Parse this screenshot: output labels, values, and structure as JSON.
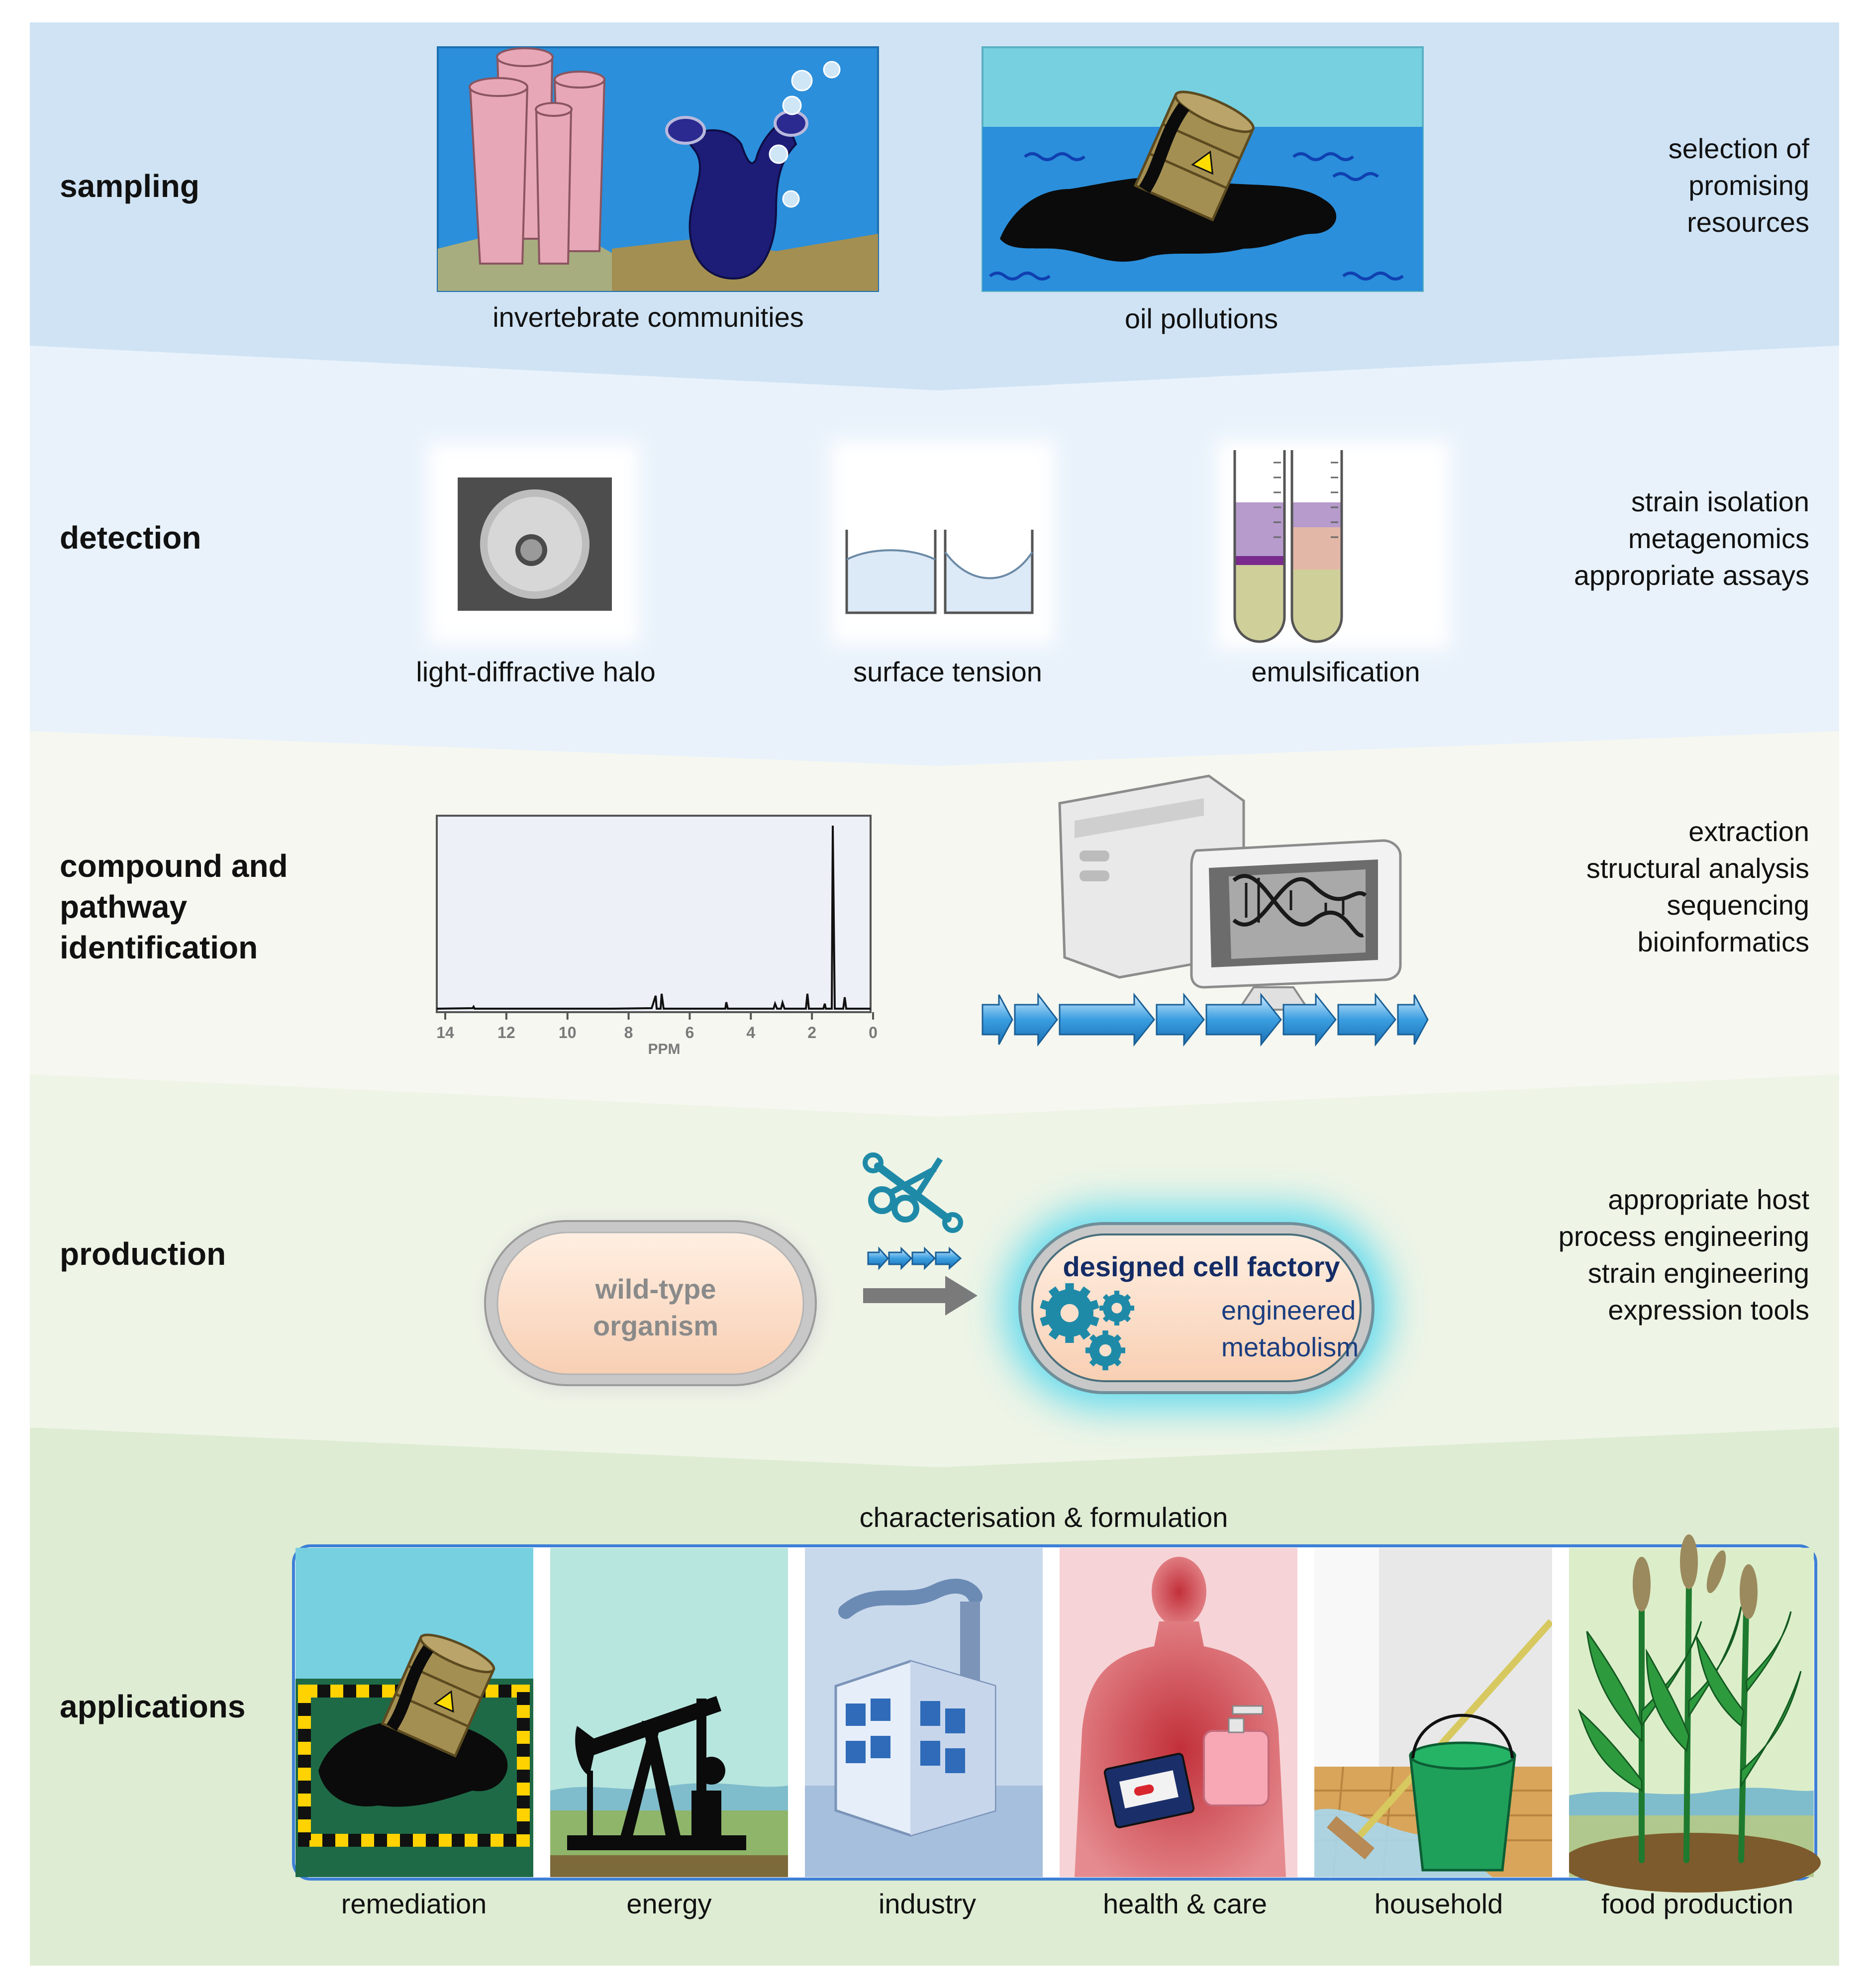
{
  "stages": [
    {
      "id": "sampling",
      "label": "sampling",
      "notes": [
        "selection of",
        "promising",
        "resources"
      ],
      "items": [
        "invertebrate  communities",
        "oil  pollutions"
      ]
    },
    {
      "id": "detection",
      "label": "detection",
      "notes": [
        "strain isolation",
        "metagenomics",
        "appropriate  assays"
      ],
      "items": [
        "light-diffractive  halo",
        "surface  tension",
        "emulsification"
      ]
    },
    {
      "id": "identification",
      "label_lines": [
        "compound and",
        "pathway",
        "identification"
      ],
      "notes": [
        "extraction",
        "structural  analysis",
        "sequencing",
        "bioinformatics"
      ]
    },
    {
      "id": "production",
      "label": "production",
      "notes": [
        "appropriate  host",
        "process  engineering",
        "strain  engineering",
        "expression  tools"
      ]
    },
    {
      "id": "applications",
      "label": "applications",
      "subtitle": "characterisation  &  formulation",
      "items": [
        "remediation",
        "energy",
        "industry",
        "health  &  care",
        "household",
        "food  production"
      ]
    }
  ],
  "nmr": {
    "axis_label": "PPM",
    "ticks": [
      "14",
      "12",
      "10",
      "8",
      "6",
      "4",
      "2",
      "0"
    ]
  },
  "production": {
    "wild_type": [
      "wild-type",
      "organism"
    ],
    "designed": {
      "title": "designed  cell  factory",
      "sub": [
        "engineered",
        "metabolism"
      ]
    }
  },
  "colors": {
    "sampling": "#cfe3f4",
    "detection": "#e9f2fb",
    "identification": "#f5f7f0",
    "production": "#eef4e6",
    "applications": "#deecd3",
    "sea": "#2b8fdb",
    "gear": "#1f8aa8",
    "gene": "#3a9ee0",
    "pill": "#fde0cc",
    "glow": "#45d6f0"
  },
  "icons": [
    "sponge-icon",
    "tunicate-icon",
    "oil-barrel-icon",
    "halo-plate-icon",
    "droplet-well-icon",
    "test-tube-icon",
    "computer-icon",
    "dna-helix-icon",
    "gene-cluster-icon",
    "scissors-icon",
    "wrench-icon",
    "gear-icon",
    "oil-pump-icon",
    "factory-icon",
    "human-silhouette-icon",
    "bucket-icon",
    "mop-icon",
    "crop-icon"
  ]
}
